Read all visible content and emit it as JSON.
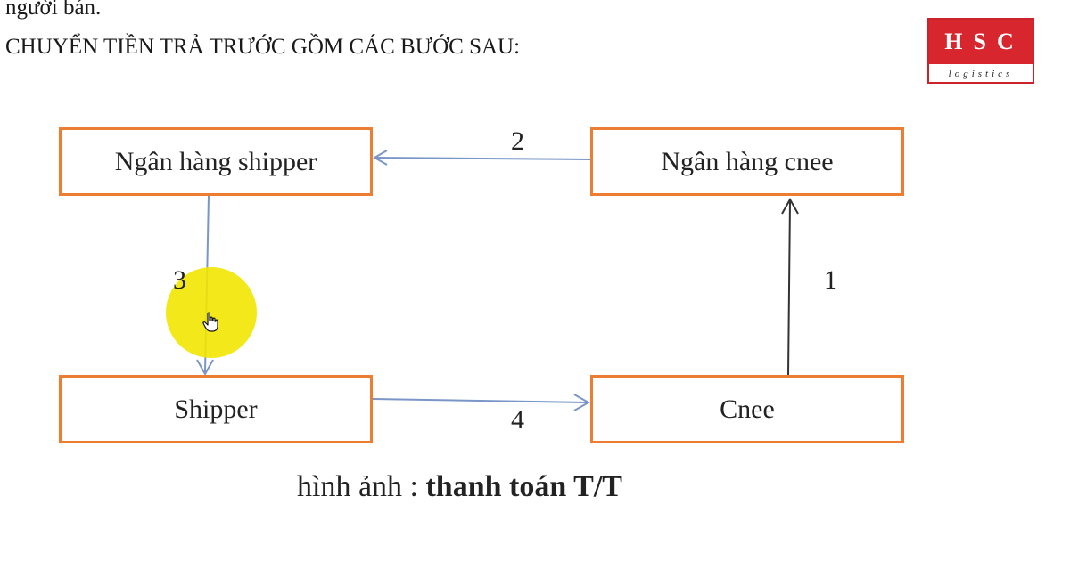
{
  "header": {
    "line1": "người bán.",
    "line2": "CHUYỂN TIỀN TRẢ TRƯỚC GỒM CÁC BƯỚC SAU:"
  },
  "logo": {
    "main": "HSC",
    "sub": "logistics",
    "brand_color": "#d7262e"
  },
  "diagram": {
    "box_border_color": "#ed7d31",
    "arrow_color_blue": "#7a96c8",
    "arrow_color_dark": "#333333",
    "nodes": {
      "bank_shipper": "Ngân hàng shipper",
      "bank_cnee": "Ngân hàng cnee",
      "shipper": "Shipper",
      "cnee": "Cnee"
    },
    "steps": [
      {
        "label": "1",
        "from": "cnee",
        "to": "bank_cnee"
      },
      {
        "label": "2",
        "from": "bank_cnee",
        "to": "bank_shipper"
      },
      {
        "label": "3",
        "from": "bank_shipper",
        "to": "shipper"
      },
      {
        "label": "4",
        "from": "shipper",
        "to": "cnee"
      }
    ]
  },
  "caption": {
    "prefix": "hình ảnh : ",
    "bold": "thanh toán T/T"
  }
}
